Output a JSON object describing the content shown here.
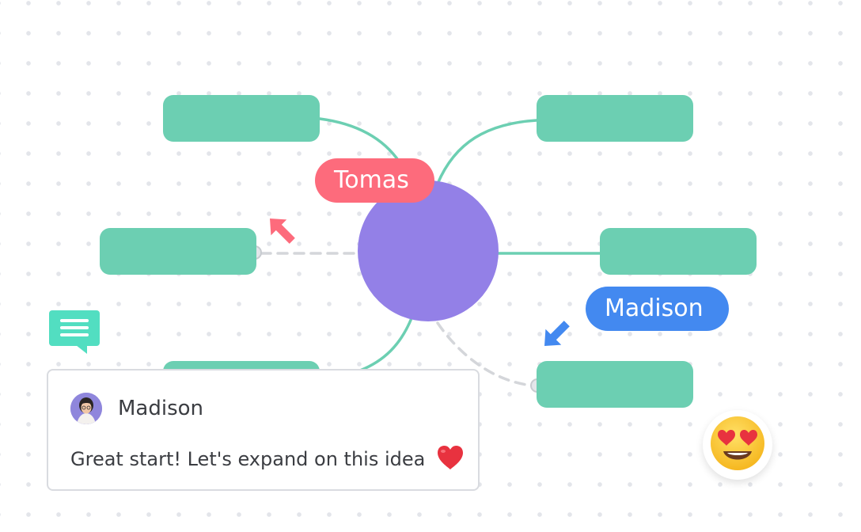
{
  "colors": {
    "node": "#6ccfb2",
    "center": "#9380e7",
    "connector": "#6ccfb2",
    "dashed": "#d4d6da",
    "tomas_cursor": "#fd6b7c",
    "madison_cursor": "#4389f0",
    "comment_icon": "#52dec1",
    "heart": "#e8323f"
  },
  "cursors": [
    {
      "name": "Tomas"
    },
    {
      "name": "Madison"
    }
  ],
  "comment": {
    "author": "Madison",
    "text": "Great start! Let's expand on this idea",
    "reaction_icon": "heart-icon"
  },
  "reaction": {
    "icon": "heart-eyes-emoji-icon"
  },
  "comment_indicator": {
    "icon": "comment-bubble-icon"
  }
}
